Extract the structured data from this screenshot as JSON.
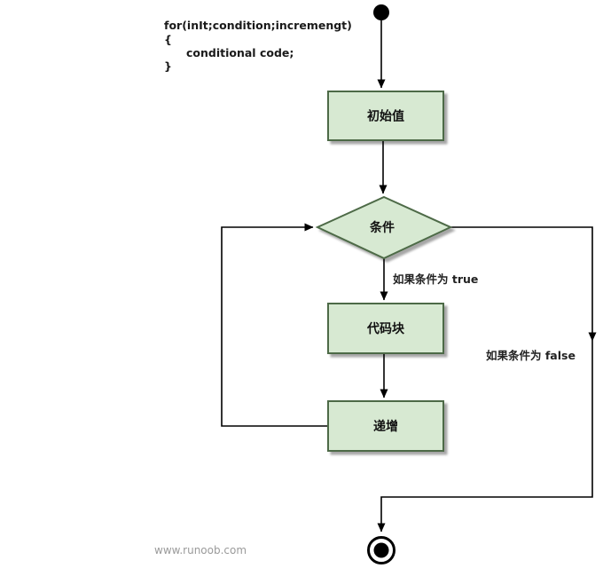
{
  "diagram": {
    "title_hint": "for loop flowchart",
    "code_annotation": {
      "line1": "for(inIt;condition;incremengt)",
      "line2": "{",
      "line3": "conditional code;",
      "line4": "}"
    },
    "nodes": {
      "start": "start",
      "init_label": "初始值",
      "condition_label": "条件",
      "codeblock_label": "代码块",
      "increment_label": "递增",
      "end": "end"
    },
    "edge_labels": {
      "true_label": "如果条件为 true",
      "false_label": "如果条件为 false"
    },
    "watermark": "www.runoob.com",
    "colors": {
      "node_fill": "#d7e9d2",
      "node_stroke": "#4e6b47",
      "arrow": "#000000",
      "shadow": "#000000"
    }
  }
}
